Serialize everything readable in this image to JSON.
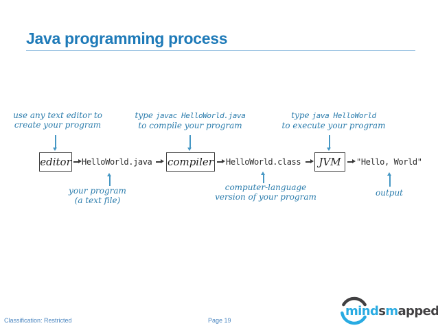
{
  "slide": {
    "title": "Java programming process",
    "footer": {
      "classification": "Classification: Restricted",
      "page": "Page 19"
    }
  },
  "diagram": {
    "top_labels": [
      {
        "line1": "use any text editor to",
        "line2": "create your program"
      },
      {
        "line1_prefix": "type ",
        "line1_code": "javac HelloWorld.java",
        "line2": "to compile your program"
      },
      {
        "line1_prefix": "type ",
        "line1_code": "java HelloWorld",
        "line2": "to execute your program"
      }
    ],
    "flow": [
      {
        "kind": "box",
        "label": "editor"
      },
      {
        "kind": "code",
        "label": "HelloWorld.java"
      },
      {
        "kind": "box",
        "label": "compiler"
      },
      {
        "kind": "code",
        "label": "HelloWorld.class"
      },
      {
        "kind": "box",
        "label": "JVM"
      },
      {
        "kind": "code",
        "label": "\"Hello, World\""
      }
    ],
    "bottom_labels": [
      {
        "line1": "your program",
        "line2": "(a text file)"
      },
      {
        "line1": "computer-language",
        "line2": "version of your program"
      },
      {
        "line1": "output",
        "line2": ""
      }
    ]
  },
  "logo": {
    "segments": [
      {
        "text": "mind",
        "color": "#29abe2"
      },
      {
        "text": "s",
        "color": "#414042"
      },
      {
        "text": "m",
        "color": "#29abe2"
      },
      {
        "text": "apped",
        "color": "#414042"
      }
    ]
  },
  "colors": {
    "title_blue": "#1e7ab8",
    "title_rule": "#9cc3e2",
    "annotation_blue": "#2b7cac",
    "arrow_blue": "#4597c4",
    "flow_dark": "#3a3a3a",
    "footer_blue": "#4b86c0",
    "logo_blue": "#29abe2",
    "logo_dark": "#414042"
  }
}
